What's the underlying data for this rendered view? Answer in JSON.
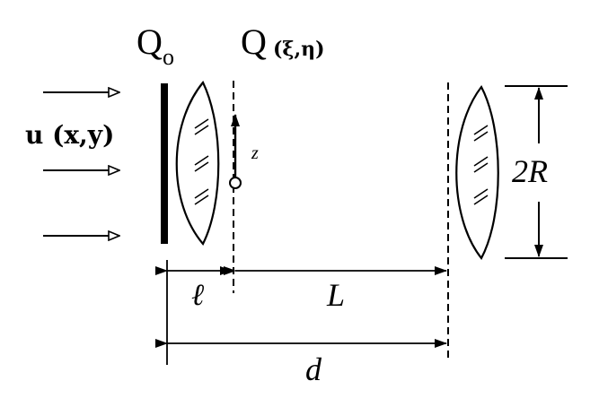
{
  "labels": {
    "plane_q0": "Q",
    "plane_q0_sub": "o",
    "plane_q": "Q",
    "plane_q_coords": "(ξ,η)",
    "field": "u (x,y)",
    "axis_z": "z",
    "aperture": "2R",
    "dist_l": "ℓ",
    "dist_L": "L",
    "dist_d": "d"
  },
  "colors": {
    "ink": "#000000",
    "background": "#ffffff"
  }
}
